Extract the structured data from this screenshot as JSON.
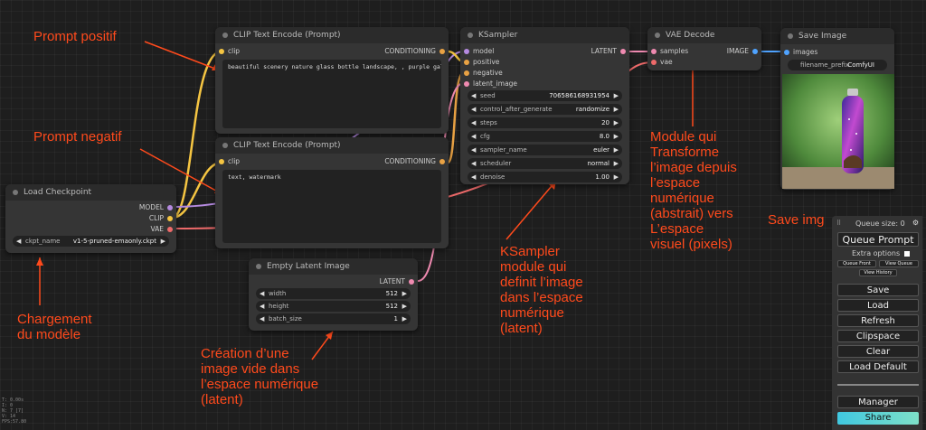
{
  "nodes": {
    "clip_pos": {
      "title": "CLIP Text Encode (Prompt)",
      "input": "clip",
      "output": "CONDITIONING",
      "text": "beautiful scenery nature glass bottle landscape, , purple galaxy bottle,"
    },
    "clip_neg": {
      "title": "CLIP Text Encode (Prompt)",
      "input": "clip",
      "output": "CONDITIONING",
      "text": "text, watermark"
    },
    "ksampler": {
      "title": "KSampler",
      "inputs": [
        "model",
        "positive",
        "negative",
        "latent_image"
      ],
      "output": "LATENT",
      "widgets": [
        {
          "label": "seed",
          "value": "706586168931954"
        },
        {
          "label": "control_after_generate",
          "value": "randomize"
        },
        {
          "label": "steps",
          "value": "20"
        },
        {
          "label": "cfg",
          "value": "8.0"
        },
        {
          "label": "sampler_name",
          "value": "euler"
        },
        {
          "label": "scheduler",
          "value": "normal"
        },
        {
          "label": "denoise",
          "value": "1.00"
        }
      ]
    },
    "vae_decode": {
      "title": "VAE Decode",
      "inputs": [
        "samples",
        "vae"
      ],
      "output": "IMAGE"
    },
    "save_image": {
      "title": "Save Image",
      "input": "images",
      "widget": {
        "label": "filename_prefix",
        "value": "ComfyUI"
      }
    },
    "load_checkpoint": {
      "title": "Load Checkpoint",
      "outputs": [
        "MODEL",
        "CLIP",
        "VAE"
      ],
      "widget": {
        "label": "ckpt_name",
        "value": "v1-5-pruned-emaonly.ckpt"
      }
    },
    "empty_latent": {
      "title": "Empty Latent Image",
      "output": "LATENT",
      "widgets": [
        {
          "label": "width",
          "value": "512"
        },
        {
          "label": "height",
          "value": "512"
        },
        {
          "label": "batch_size",
          "value": "1"
        }
      ]
    }
  },
  "annotations": {
    "prompt_pos": "Prompt positif",
    "prompt_neg": "Prompt negatif",
    "chargement": "Chargement\ndu modèle",
    "creation": "Création d’une\nimage vide dans\nl’espace numérique\n(latent)",
    "ksampler": "KSampler\nmodule qui\ndefinit l’image\ndans l’espace\nnumérique\n(latent)",
    "module": "Module qui\nTransforme\nl’image depuis\nl’espace\nnumérique\n(abstrait) vers\nL’espace\nvisuel (pixels)",
    "save": "Save img"
  },
  "panel": {
    "queue_size": "Queue size: 0",
    "queue_prompt": "Queue Prompt",
    "extra_options": "Extra options",
    "queue_front": "Queue Front",
    "view_queue": "View Queue",
    "view_history": "View History",
    "buttons": [
      "Save",
      "Load",
      "Refresh",
      "Clipspace",
      "Clear",
      "Load Default"
    ],
    "manager": "Manager",
    "share": "Share"
  },
  "stats": [
    "T: 0.00s",
    "I: 0",
    "N: 7 [7]",
    "V: 14",
    "FPS:57.80"
  ],
  "colors": {
    "annotation": "#ff4a1c",
    "clip_link": "#f5c542",
    "model_link": "#b58ae0",
    "latent_link": "#ef8ab0",
    "vae_link": "#ee6a6a",
    "image_link": "#4fa3ff"
  }
}
